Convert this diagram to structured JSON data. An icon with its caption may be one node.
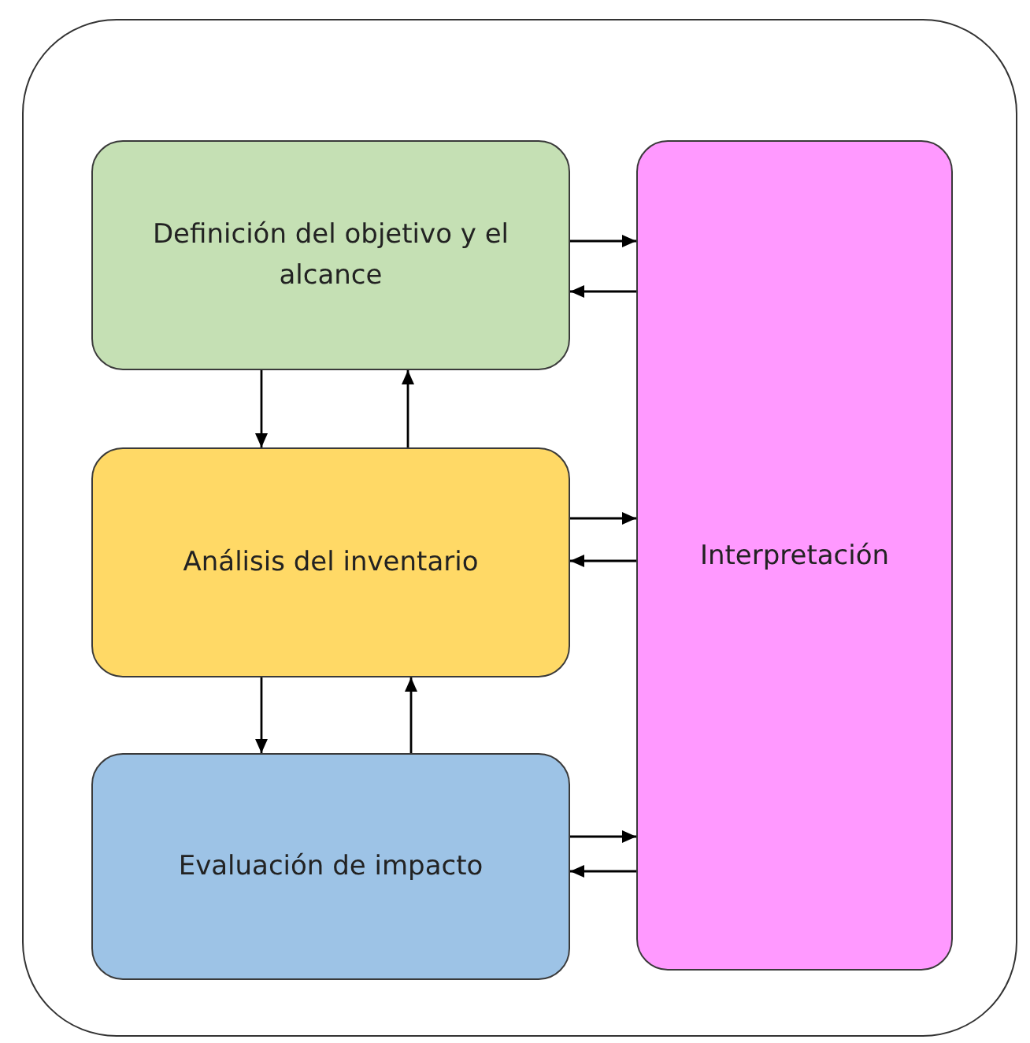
{
  "diagram": {
    "nodes": [
      {
        "text": [],
        "shape": "box"
      },
      {
        "text": [
          "Definición del objetivo y el alcance"
        ],
        "in": 0
      },
      {
        "text": [
          "Análisis del inventario"
        ],
        "in": 0
      },
      {
        "text": [
          "Evaluación de impacto"
        ],
        "in": 0
      },
      {
        "text": [
          "Interpretación"
        ],
        "in": 0
      }
    ],
    "edges": [
      {
        "from": 1,
        "to": 2,
        "arrow": "to"
      },
      {
        "from": 2,
        "to": 1,
        "arrow": "to"
      },
      {
        "from": 2,
        "to": 3,
        "arrow": "to"
      },
      {
        "from": 3,
        "to": 2,
        "arrow": "to"
      },
      {
        "from": 1,
        "to": 4,
        "arrow": "to"
      },
      {
        "from": 4,
        "to": 1,
        "arrow": "to"
      },
      {
        "from": 2,
        "to": 4,
        "arrow": "to"
      },
      {
        "from": 4,
        "to": 2,
        "arrow": "to"
      },
      {
        "from": 3,
        "to": 4,
        "arrow": "to"
      },
      {
        "from": 4,
        "to": 3,
        "arrow": "to"
      }
    ]
  }
}
